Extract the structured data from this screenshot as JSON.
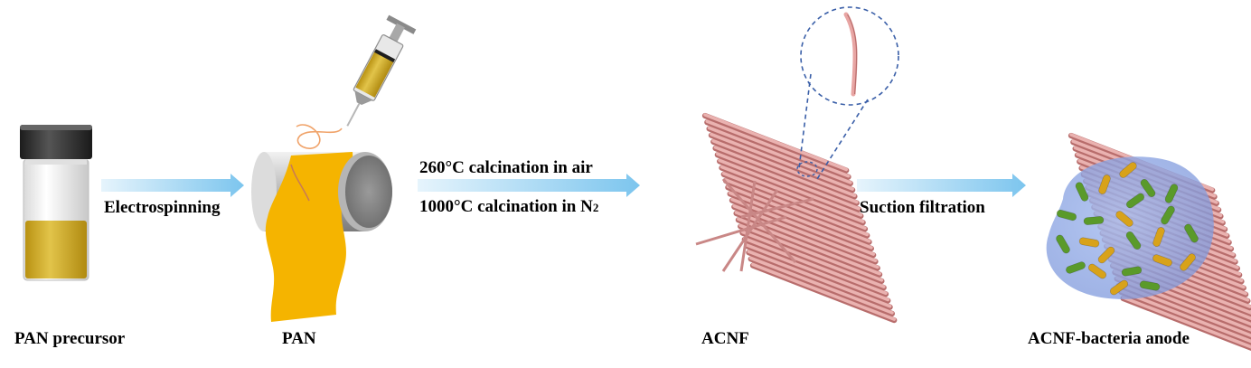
{
  "stages": [
    {
      "id": "pan-precursor",
      "label": "PAN precursor"
    },
    {
      "id": "pan",
      "label": "PAN"
    },
    {
      "id": "acnf",
      "label": "ACNF"
    },
    {
      "id": "acnf-bacteria-anode",
      "label": "ACNF-bacteria anode"
    }
  ],
  "steps": {
    "electrospinning": "Electrospinning",
    "calcination_air": "260°C calcination in air",
    "calcination_n2_prefix": "1000°C calcination in N",
    "calcination_n2_subscript": "2",
    "suction_filtration": "Suction filtration"
  },
  "colors": {
    "arrow": "#9dd3f2",
    "vial_solution": "#d8b52a",
    "vial_cap": "#2b2b2b",
    "pan_sheet": "#f5b400",
    "fiber": "#e8a5a3",
    "fiber_dark": "#b86d6c",
    "bacteria_green": "#5a9a2a",
    "bacteria_yellow": "#d8a21a",
    "biofilm": "#8fa9e6",
    "zoom_circle": "#3a5fa8"
  }
}
